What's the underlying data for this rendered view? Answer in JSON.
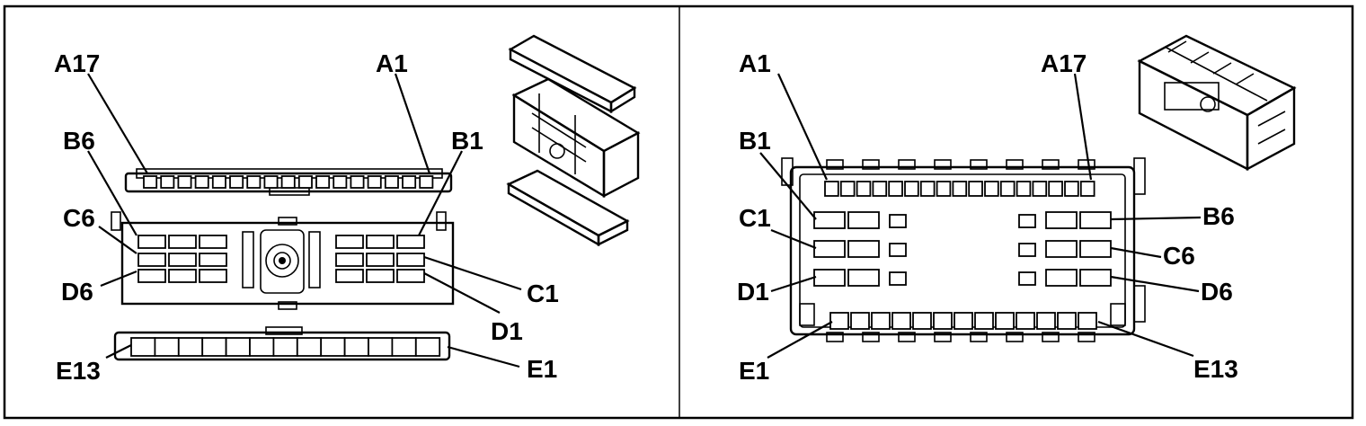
{
  "left_panel": {
    "labels": {
      "a17": "A17",
      "a1": "A1",
      "b6": "B6",
      "b1": "B1",
      "c6": "C6",
      "c1": "C1",
      "d6": "D6",
      "d1": "D1",
      "e13": "E13",
      "e1": "E1"
    }
  },
  "right_panel": {
    "labels": {
      "a1": "A1",
      "a17": "A17",
      "b1": "B1",
      "b6": "B6",
      "c1": "C1",
      "c6": "C6",
      "d1": "D1",
      "d6": "D6",
      "e1": "E1",
      "e13": "E13"
    }
  }
}
